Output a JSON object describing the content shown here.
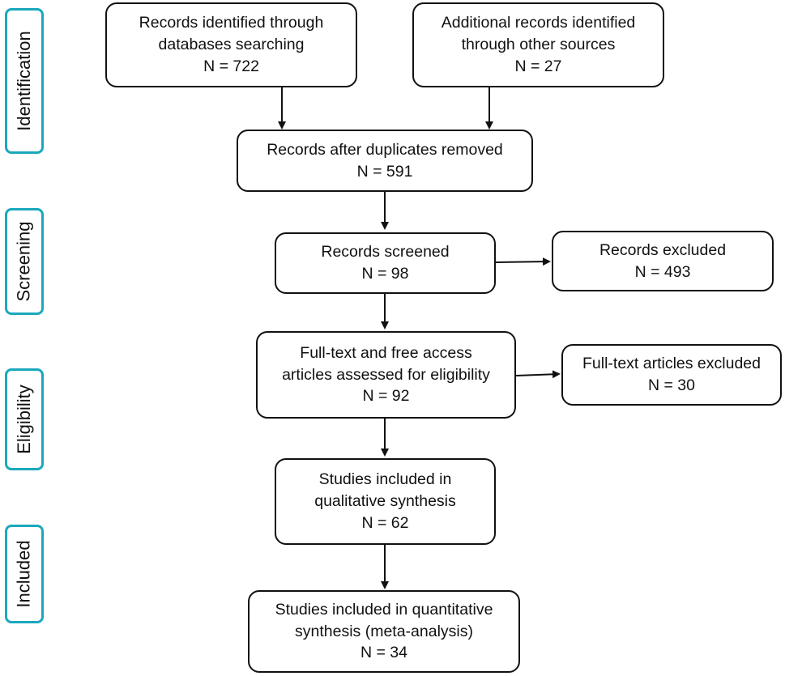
{
  "phases": {
    "identification": "Identification",
    "screening": "Screening",
    "eligibility": "Eligibility",
    "included": "Included"
  },
  "boxes": {
    "db_search": {
      "line1": "Records identified through",
      "line2": "databases searching",
      "line3": "N = 722"
    },
    "other_sources": {
      "line1": "Additional records identified",
      "line2": "through other sources",
      "line3": "N = 27"
    },
    "duplicates_removed": {
      "line1": "Records after duplicates removed",
      "line2": "N = 591"
    },
    "screened": {
      "line1": "Records screened",
      "line2": "N = 98"
    },
    "excluded": {
      "line1": "Records excluded",
      "line2": "N = 493"
    },
    "fulltext_assessed": {
      "line1": "Full-text and free access",
      "line2": "articles assessed for eligibility",
      "line3": "N = 92"
    },
    "fulltext_excluded": {
      "line1": "Full-text articles excluded",
      "line2": "N = 30"
    },
    "qualitative": {
      "line1": "Studies included in",
      "line2": "qualitative synthesis",
      "line3": "N = 62"
    },
    "quantitative": {
      "line1": "Studies included in quantitative",
      "line2": "synthesis (meta-analysis)",
      "line3": "N = 34"
    }
  },
  "colors": {
    "phase_border": "#1ba8bd",
    "box_border": "#111111",
    "arrow": "#111111"
  }
}
